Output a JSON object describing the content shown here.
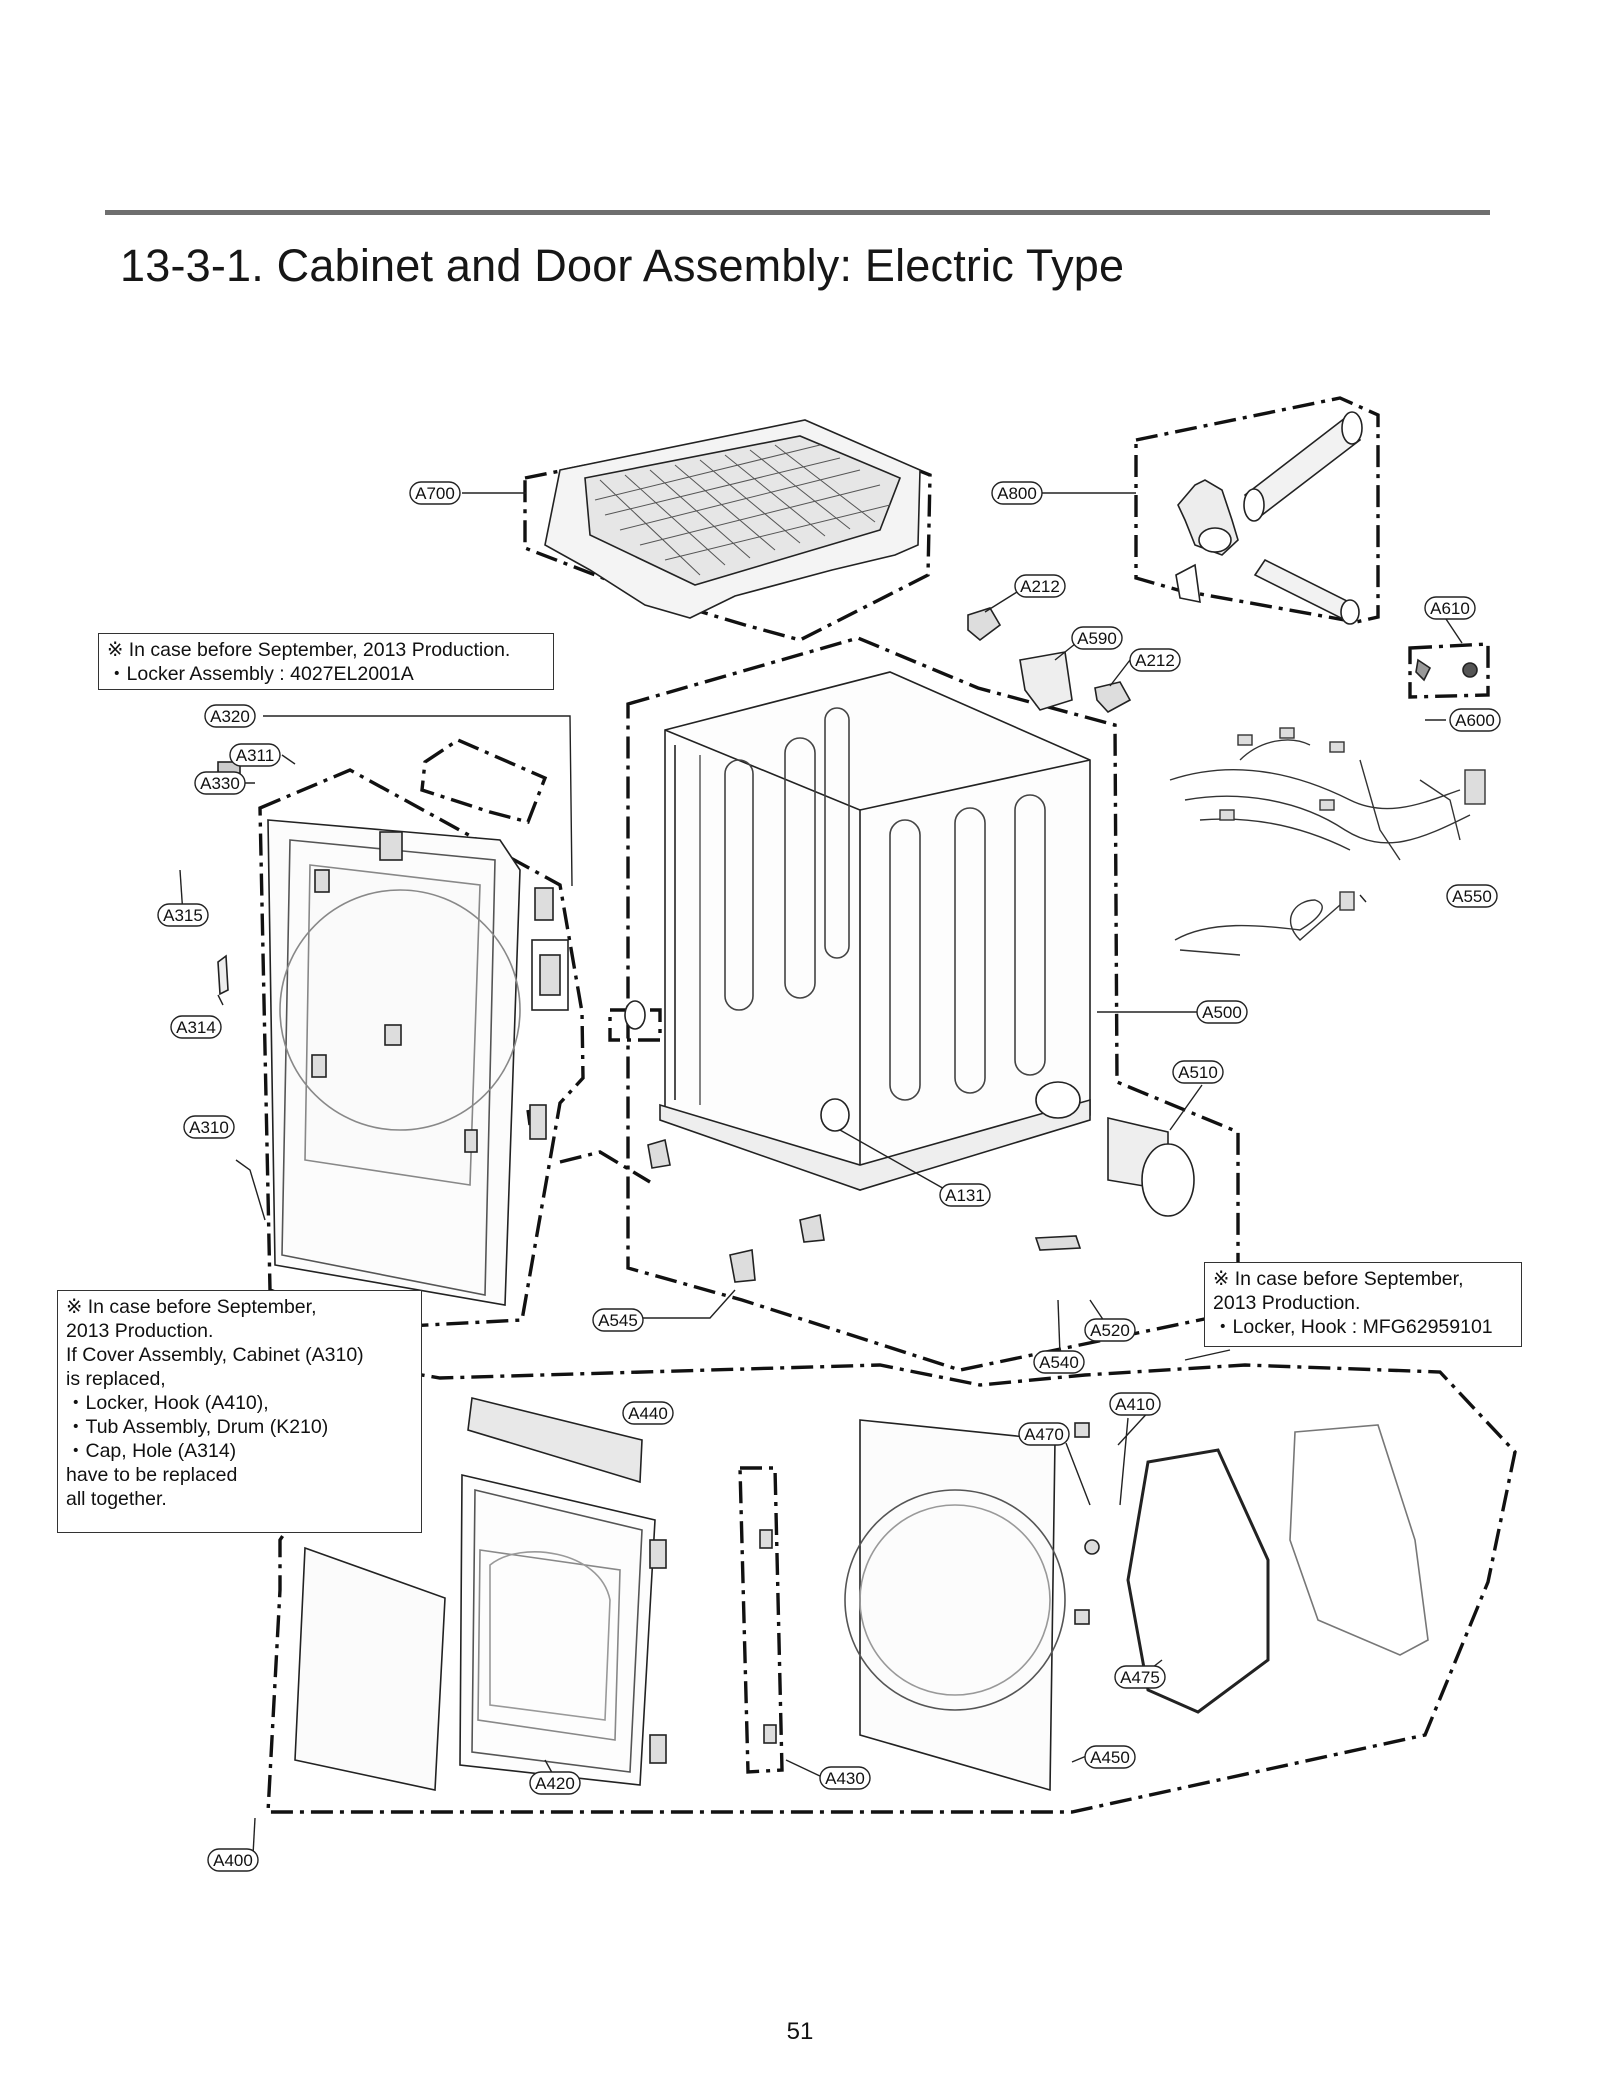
{
  "page": {
    "title": "13-3-1. Cabinet and Door Assembly: Electric Type",
    "page_number": "51"
  },
  "notes": {
    "top": [
      "※ In case before September, 2013 Production.",
      "・Locker Assembly : 4027EL2001A"
    ],
    "left": [
      "※ In case before September,",
      "2013 Production.",
      "If Cover Assembly, Cabinet (A310)",
      "is replaced,",
      "・Locker, Hook (A410),",
      "・Tub Assembly, Drum (K210)",
      "・Cap, Hole (A314)",
      "have to be replaced",
      "all together."
    ],
    "right": [
      "※ In case before September,",
      "2013 Production.",
      "・Locker, Hook : MFG62959101"
    ]
  },
  "parts": [
    "A700",
    "A800",
    "A212",
    "A610",
    "A590",
    "A212",
    "A320",
    "A600",
    "A311",
    "A330",
    "A550",
    "A315",
    "A500",
    "A314",
    "A510",
    "A310",
    "A131",
    "A545",
    "A520",
    "A540",
    "A410",
    "A440",
    "A470",
    "A475",
    "A450",
    "A420",
    "A430",
    "A400"
  ]
}
